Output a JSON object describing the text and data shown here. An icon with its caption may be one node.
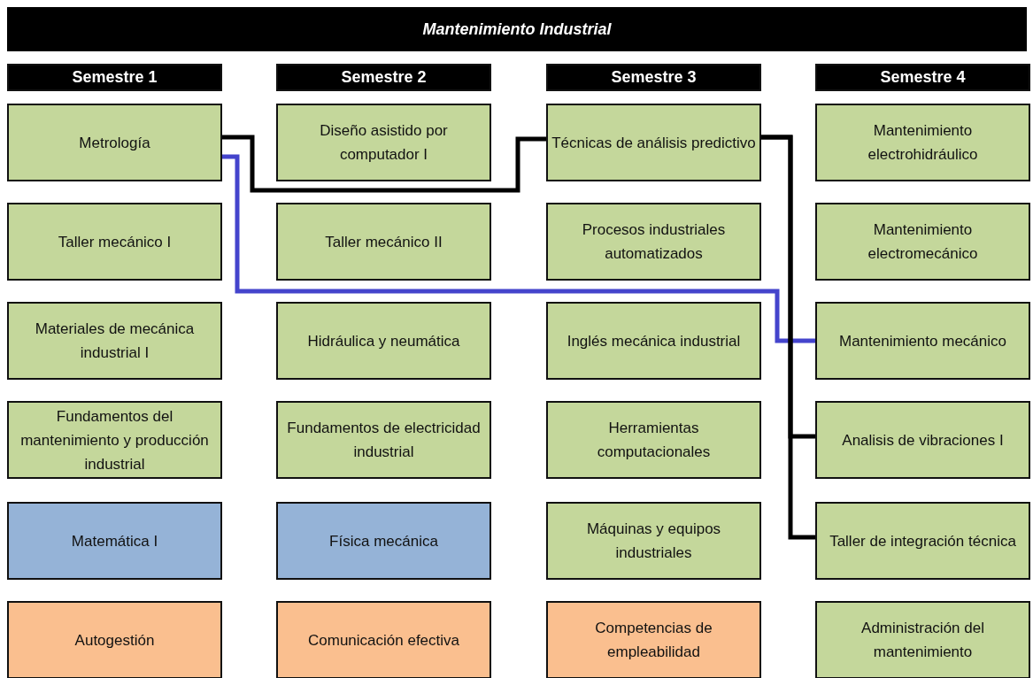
{
  "diagram": {
    "title": "Mantenimiento Industrial",
    "nodes": [
      {
        "text": [
          "Semestre 1"
        ]
      },
      {
        "text": [
          "Semestre 2"
        ]
      },
      {
        "text": [
          "Semestre 3"
        ]
      },
      {
        "text": [
          "Semestre 4"
        ]
      },
      {
        "text": [
          "Metrología"
        ]
      },
      {
        "text": [
          "Diseño asistido por computador I"
        ]
      },
      {
        "text": [
          "Técnicas de análisis predictivo"
        ]
      },
      {
        "text": [
          "Mantenimiento electrohidráulico"
        ]
      },
      {
        "text": [
          "Taller mecánico I"
        ]
      },
      {
        "text": [
          "Taller mecánico II"
        ]
      },
      {
        "text": [
          "Procesos industriales automatizados"
        ]
      },
      {
        "text": [
          "Mantenimiento electromecánico"
        ]
      },
      {
        "text": [
          "Materiales de mecánica industrial I"
        ]
      },
      {
        "text": [
          "Hidráulica y neumática"
        ]
      },
      {
        "text": [
          "Inglés mecánica industrial"
        ]
      },
      {
        "text": [
          "Mantenimiento mecánico"
        ]
      },
      {
        "text": [
          "Fundamentos del mantenimiento y producción industrial"
        ]
      },
      {
        "text": [
          "Fundamentos de electricidad industrial"
        ]
      },
      {
        "text": [
          "Herramientas computacionales"
        ]
      },
      {
        "text": [
          "Analisis de vibraciones I"
        ]
      },
      {
        "text": [
          "Matemática I"
        ]
      },
      {
        "text": [
          "Física mecánica"
        ]
      },
      {
        "text": [
          "Máquinas y equipos industriales"
        ]
      },
      {
        "text": [
          "Taller de integración técnica"
        ]
      },
      {
        "text": [
          "Autogestión"
        ]
      },
      {
        "text": [
          "Comunicación efectiva"
        ]
      },
      {
        "text": [
          "Competencias de empleabilidad"
        ]
      },
      {
        "text": [
          "Administración del mantenimiento"
        ]
      }
    ],
    "edges": [
      {
        "from": 4,
        "to": 6,
        "arrow": "none"
      },
      {
        "from": 4,
        "to": 15,
        "arrow": "none",
        "color": "#4444cc"
      },
      {
        "from": 6,
        "to": 19,
        "arrow": "none"
      },
      {
        "from": 6,
        "to": 23,
        "arrow": "none"
      }
    ]
  }
}
